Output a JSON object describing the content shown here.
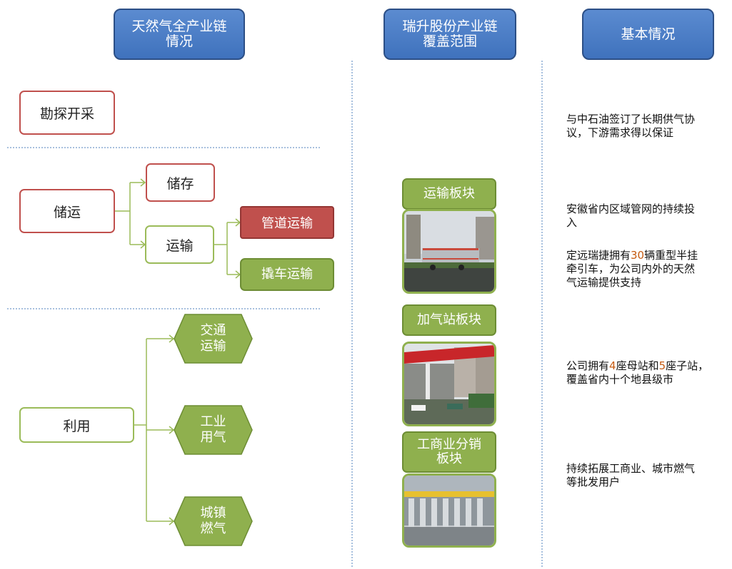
{
  "headers": {
    "col1": "天然气全产业链\n情况",
    "col2": "瑞升股份产业链\n覆盖范围",
    "col3": "基本情况"
  },
  "left": {
    "exploration": "勘探开采",
    "storage_transport": "储运",
    "storage": "储存",
    "transport": "运输",
    "pipeline": "管道运输",
    "truck": "撬车运输",
    "utilization": "利用",
    "traffic": "交通\n运输",
    "industrial": "工业\n用气",
    "urban": "城镇\n燃气"
  },
  "middle": {
    "transport_segment": "运输板块",
    "station_segment": "加气站板块",
    "distribution_segment": "工商业分销\n板块"
  },
  "notes": {
    "n1": "与中石油签订了长期供气协\n议，下游需求得以保证",
    "n2": "安徽省内区域管网的持续投\n入",
    "n3_pre": "定远瑞捷拥有",
    "n3_num": "30",
    "n3_post": "辆重型半挂\n牵引车，为公司内外的天然\n气运输提供支持",
    "n4_pre": "公司拥有",
    "n4_num1": "4",
    "n4_mid": "座母站和",
    "n4_num2": "5",
    "n4_post": "座子站，\n覆盖省内十个地县级市",
    "n5": "持续拓展工商业、城市燃气\n等批发用户"
  },
  "colors": {
    "header_blue": "#4a7fc4",
    "red_outline": "#c0504d",
    "green": "#8fb04e",
    "divider_blue": "#4f81bd"
  }
}
